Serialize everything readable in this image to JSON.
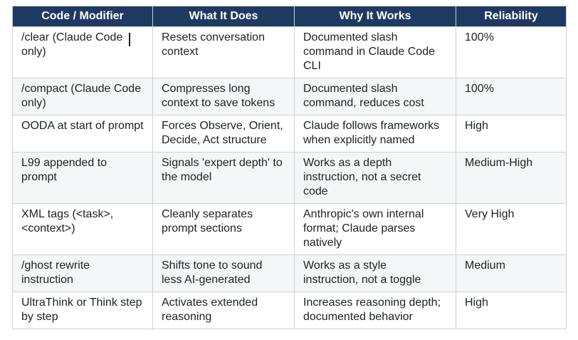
{
  "colors": {
    "header_bg": "#1f3a60",
    "header_text": "#ffffff",
    "row_alt_bg": "#f5f6f8",
    "border": "#ccd1d8",
    "body_text": "#1d2126"
  },
  "table": {
    "columns": [
      {
        "label": "Code / Modifier"
      },
      {
        "label": "What It Does"
      },
      {
        "label": "Why It Works"
      },
      {
        "label": "Reliability"
      }
    ],
    "rows": [
      {
        "code_modifier": "/clear (Claude Code\nonly)",
        "what_it_does": "Resets conversation\ncontext",
        "why_it_works": "Documented slash\ncommand in Claude Code\nCLI",
        "reliability": "100%"
      },
      {
        "code_modifier": "/compact (Claude Code\nonly)",
        "what_it_does": "Compresses long\ncontext to save tokens",
        "why_it_works": "Documented slash\ncommand, reduces cost",
        "reliability": "100%"
      },
      {
        "code_modifier": "OODA at start of prompt",
        "what_it_does": "Forces Observe, Orient,\nDecide, Act structure",
        "why_it_works": "Claude follows frameworks\nwhen explicitly named",
        "reliability": "High"
      },
      {
        "code_modifier": "L99 appended to\nprompt",
        "what_it_does": "Signals 'expert depth' to\nthe model",
        "why_it_works": "Works as a depth\ninstruction, not a secret\ncode",
        "reliability": "Medium-High"
      },
      {
        "code_modifier": "XML tags (<task>,\n<context>)",
        "what_it_does": "Cleanly separates\nprompt sections",
        "why_it_works": "Anthropic's own internal\nformat; Claude parses\nnatively",
        "reliability": "Very High"
      },
      {
        "code_modifier": "/ghost rewrite\ninstruction",
        "what_it_does": "Shifts tone to sound\nless AI-generated",
        "why_it_works": "Works as a style\ninstruction, not a toggle",
        "reliability": "Medium"
      },
      {
        "code_modifier": "UltraThink or Think step\nby step",
        "what_it_does": "Activates extended\nreasoning",
        "why_it_works": "Increases reasoning depth;\ndocumented behavior",
        "reliability": "High"
      }
    ]
  }
}
